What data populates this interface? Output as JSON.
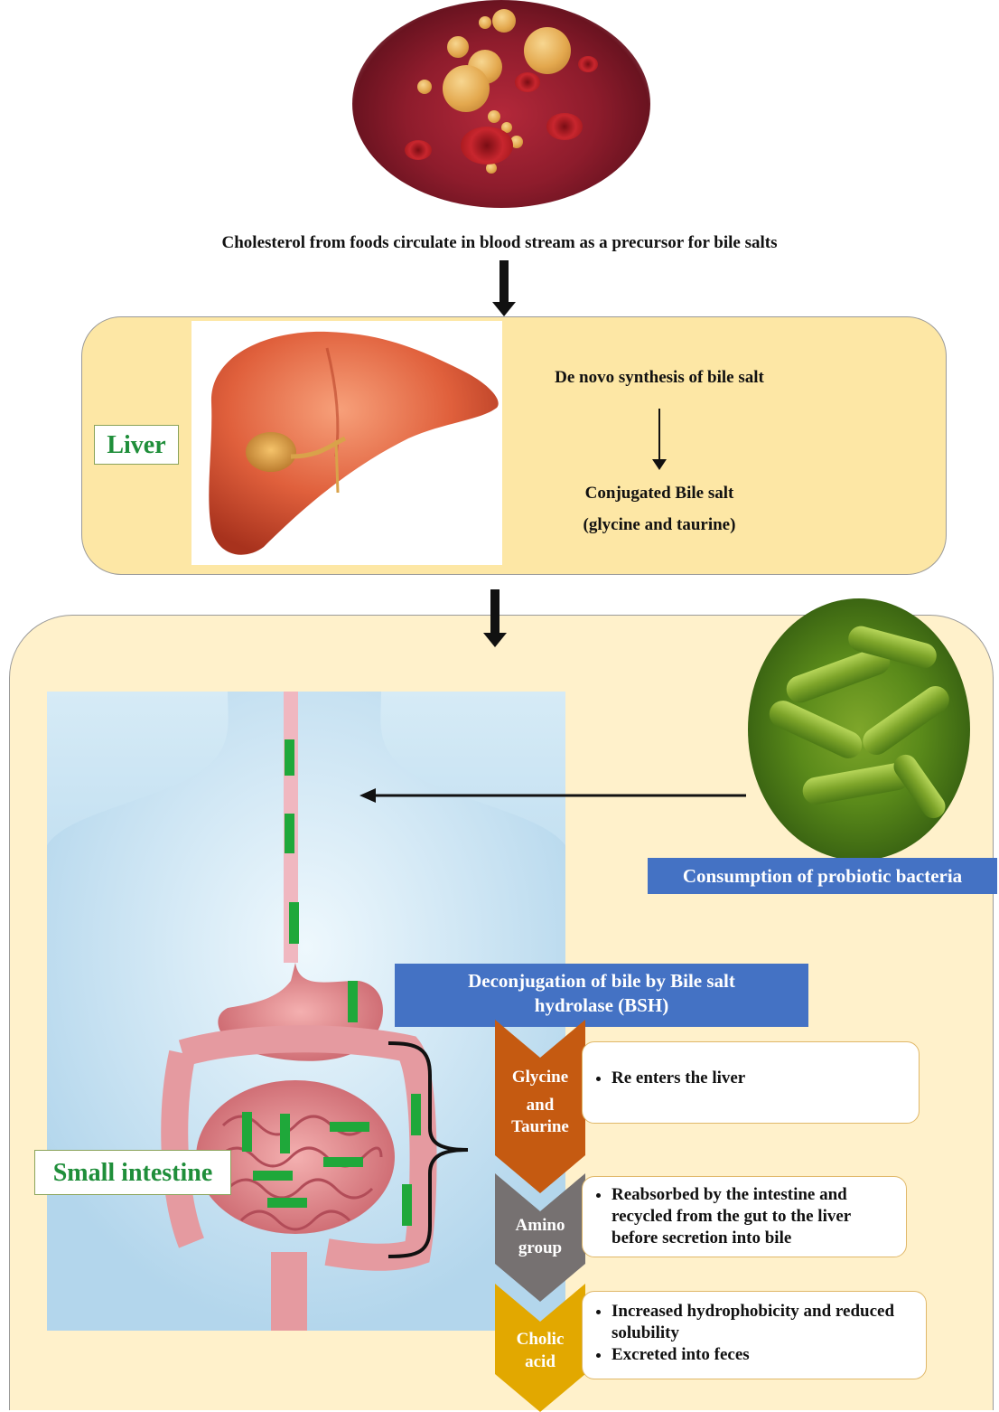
{
  "top": {
    "caption": "Cholesterol from foods  circulate in blood stream as a precursor for bile salts"
  },
  "liver": {
    "label": "Liver",
    "step1": "De novo synthesis  of bile salt",
    "step2_line1": "Conjugated Bile salt",
    "step2_line2": "(glycine and taurine)"
  },
  "gut": {
    "probiotic_label": "Consumption of probiotic bacteria",
    "deconjugation_line1": "Deconjugation of  bile by Bile salt",
    "deconjugation_line2": "hydrolase (BSH)",
    "small_intestine_label": "Small intestine"
  },
  "products": [
    {
      "name_lines": [
        "Glycine",
        "and",
        "Taurine"
      ],
      "color": "#c55a11",
      "bullets": [
        "Re enters the liver"
      ]
    },
    {
      "name_lines": [
        "Amino",
        "group"
      ],
      "color": "#767171",
      "bullets": [
        "Reabsorbed by the intestine and recycled from the gut to the liver before secretion into bile"
      ]
    },
    {
      "name_lines": [
        "Cholic",
        "acid"
      ],
      "color": "#e2a800",
      "bullets": [
        "Increased hydrophobicity and reduced solubility",
        "Excreted into feces"
      ]
    }
  ],
  "colors": {
    "liver_panel": "#fde7a5",
    "gut_panel": "#fff1cb",
    "label_blue": "#4472c4",
    "label_green_text": "#1f8e3a",
    "dash_green": "#1fa83a"
  }
}
